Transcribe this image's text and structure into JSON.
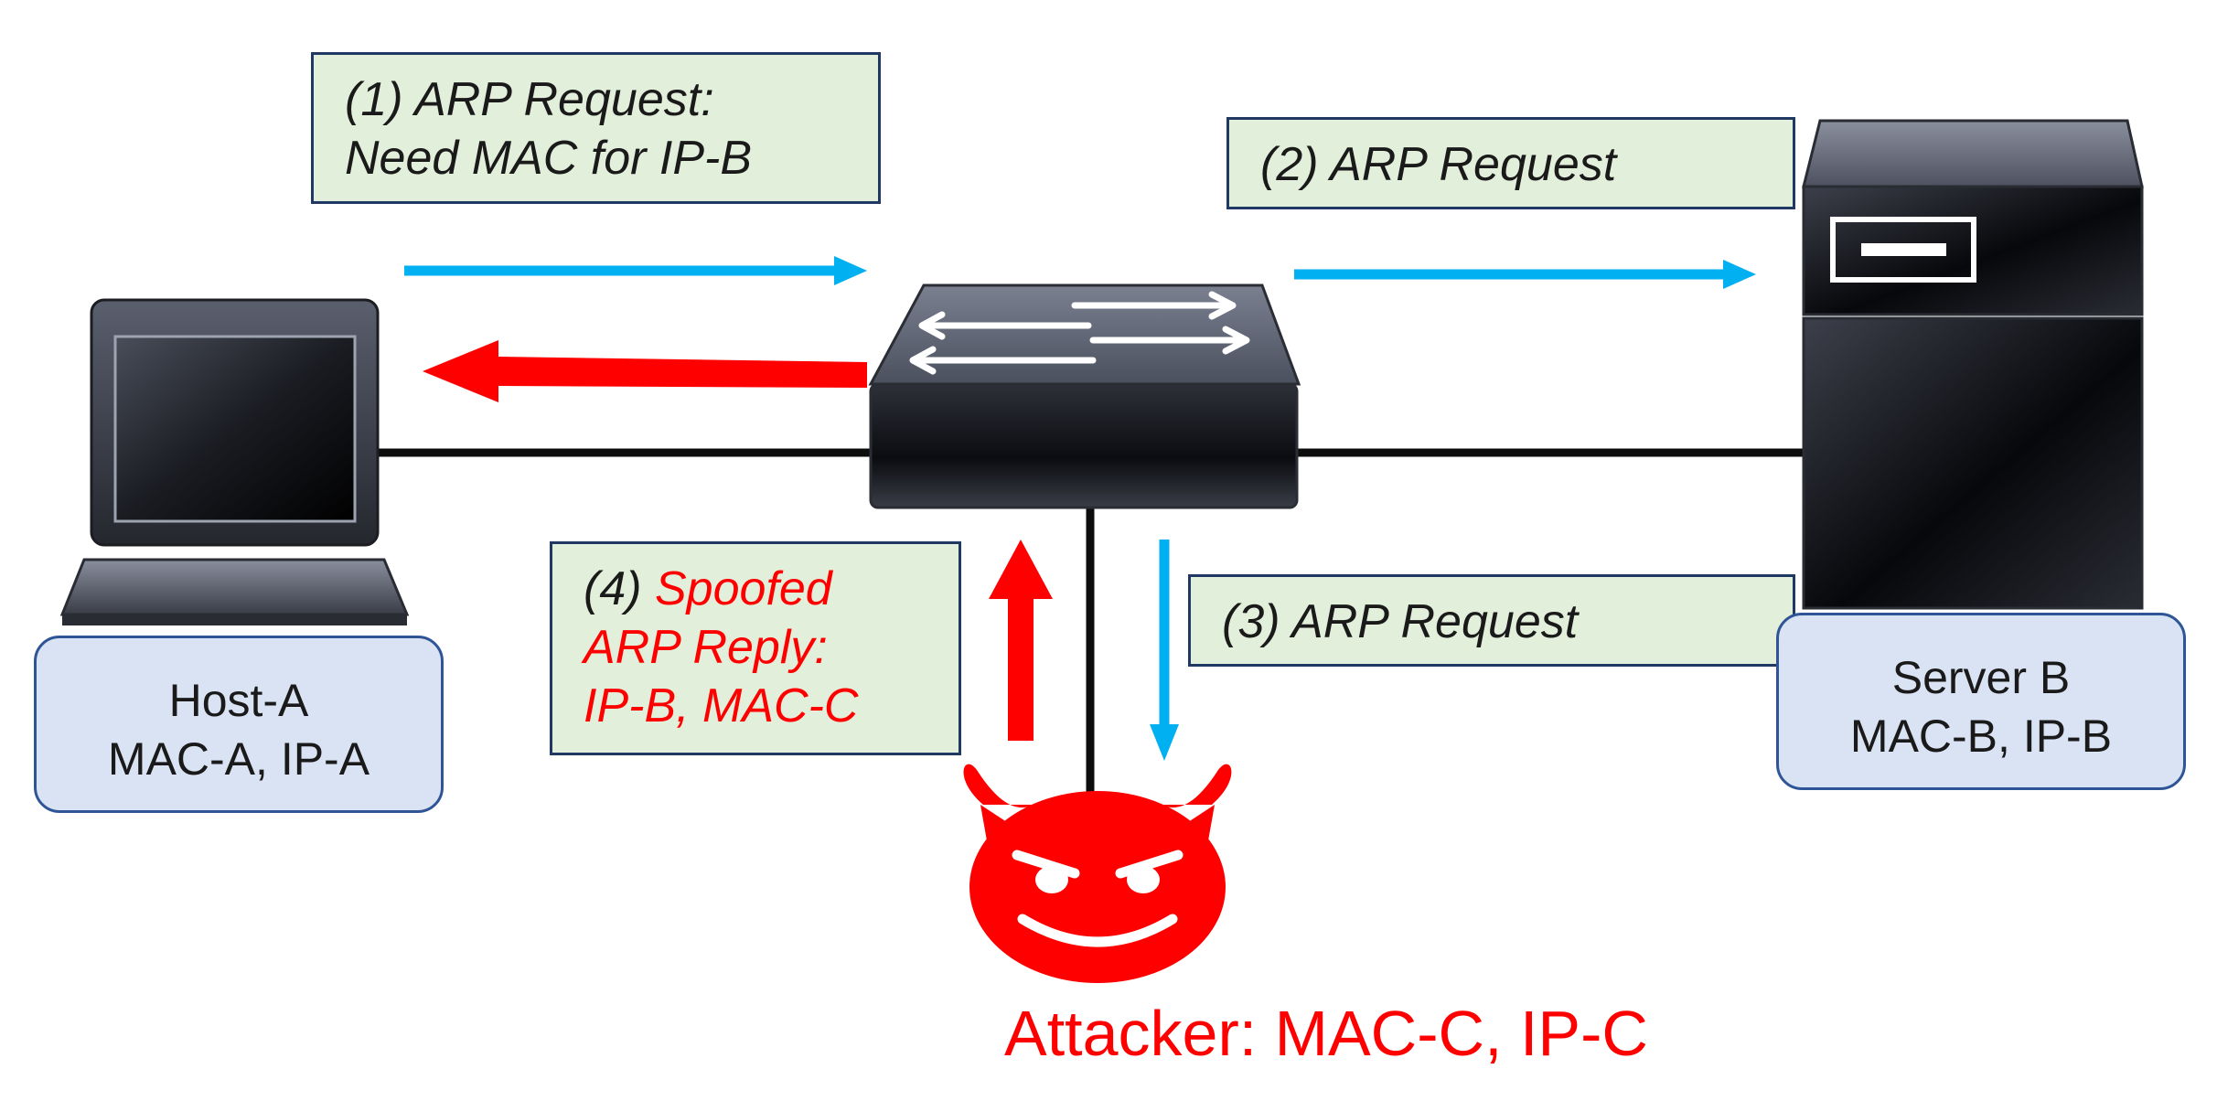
{
  "messages": {
    "m1": {
      "line1": "(1) ARP Request:",
      "line2": "Need MAC for IP-B"
    },
    "m2": {
      "line1": "(2) ARP Request"
    },
    "m3": {
      "line1": "(3) ARP Request"
    },
    "m4": {
      "prefix": "(4) ",
      "line1": "Spoofed",
      "line2": "ARP Reply:",
      "line3": "IP-B, MAC-C"
    }
  },
  "host_a": {
    "name": "Host-A",
    "addr": "MAC-A, IP-A"
  },
  "server_b": {
    "name": "Server B",
    "addr": "MAC-B, IP-B"
  },
  "attacker": {
    "label": "Attacker: MAC-C, IP-C"
  },
  "colors": {
    "request_arrow": "#00b0f0",
    "spoof_arrow": "#ff0000",
    "message_box_fill": "#e2efda",
    "device_label_fill": "#dae3f3",
    "attacker": "#ff0000"
  },
  "icons": [
    "laptop-icon",
    "switch-icon",
    "server-icon",
    "devil-icon"
  ]
}
